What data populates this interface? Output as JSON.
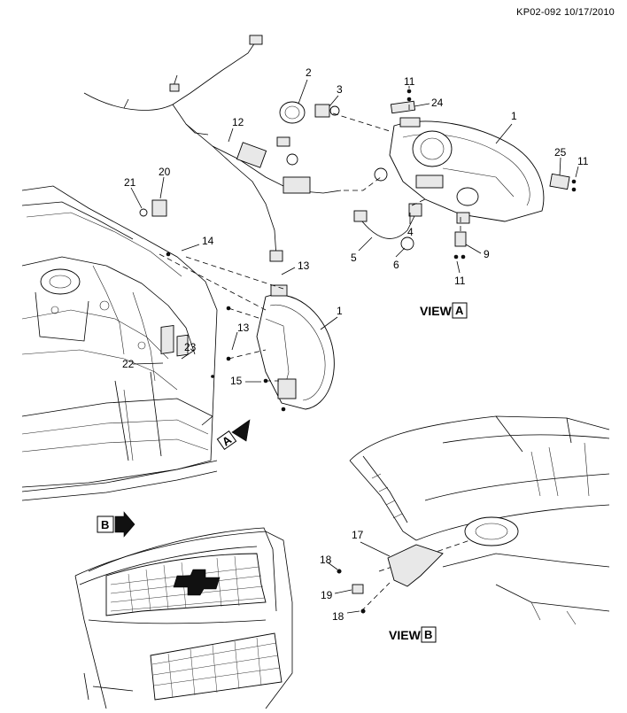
{
  "header": {
    "doc_id": "KP02-092 10/17/2010"
  },
  "views": {
    "view_a": {
      "label": "VIEW",
      "letter": "A"
    },
    "view_b": {
      "label": "VIEW",
      "letter": "B"
    }
  },
  "arrows": {
    "a": "A",
    "b": "B"
  },
  "callouts": {
    "c1_top": "1",
    "c1_mid": "1",
    "c2": "2",
    "c3": "3",
    "c4": "4",
    "c5": "5",
    "c6": "6",
    "c9": "9",
    "c11_top": "11",
    "c11_right": "11",
    "c11_bottom": "11",
    "c12": "12",
    "c13_a": "13",
    "c13_b": "13",
    "c14": "14",
    "c15": "15",
    "c17": "17",
    "c18_a": "18",
    "c18_b": "18",
    "c19": "19",
    "c20": "20",
    "c21": "21",
    "c22": "22",
    "c23": "23",
    "c24": "24",
    "c25": "25"
  }
}
